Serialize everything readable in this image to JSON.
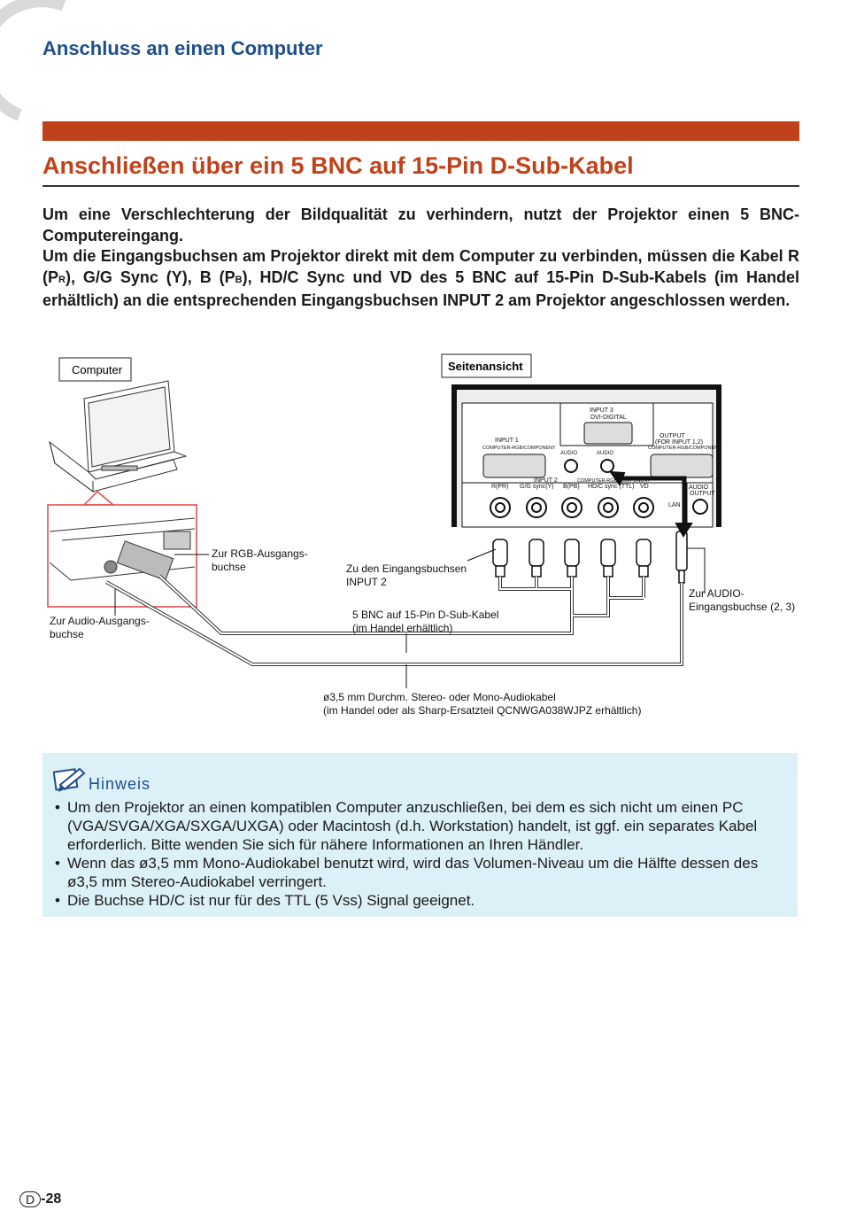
{
  "header": {
    "section": "Anschluss an einen Computer"
  },
  "title": "Anschließen über ein 5 BNC auf 15-Pin D-Sub-Kabel",
  "intro": {
    "p1": "Um eine Verschlechterung der Bildqualität zu verhindern, nutzt der Projektor einen 5 BNC-Computereingang.",
    "p2_a": "Um die Eingangsbuchsen am Projektor direkt mit dem Computer zu verbinden, müssen die Kabel R (P",
    "p2_sub1": "R",
    "p2_b": "), G/G Sync (Y), B (P",
    "p2_sub2": "B",
    "p2_c": "), HD/C Sync und VD des 5 BNC auf 15-Pin D-Sub-Kabels (im Handel erhältlich) an die entsprechenden Eingangsbuchsen INPUT 2 am Projektor angeschlossen werden."
  },
  "diagram": {
    "computer_label": "Computer",
    "side_view_label": "Seitenansicht",
    "panel": {
      "input3": "INPUT 3",
      "dvi": "DVI-DIGITAL",
      "input1": "INPUT 1",
      "input1_sub": "COMPUTER-RGB/COMPONENT",
      "audio1": "AUDIO",
      "audio2": "AUDIO",
      "output": "OUTPUT",
      "output_sub": "(FOR INPUT 1,2)",
      "output_sub2": "COMPUTER-RGB/COMPONENT",
      "input2": "INPUT 2",
      "input2_sub": "COMPUTER-RGB/COMPONENT",
      "bnc_labels": [
        "R(PR)",
        "G/G sync(Y)",
        "B(PB)",
        "HD/C sync (TTL)",
        "VD"
      ],
      "audio_output": "AUDIO",
      "audio_output_sub": "OUTPUT",
      "lan": "LAN"
    },
    "labels": {
      "rgb_out_1": "Zur RGB-Ausgangs-",
      "rgb_out_2": "buchse",
      "input2_1": "Zu den Eingangsbuchsen",
      "input2_2": "INPUT 2",
      "audio_in_1": "Zur AUDIO-",
      "audio_in_2": "Eingangsbuchse (2, 3)",
      "audio_out_1": "Zur Audio-Ausgangs-",
      "audio_out_2": "buchse",
      "bnc_cable_1": "5 BNC auf 15-Pin D-Sub-Kabel",
      "bnc_cable_2": "(im Handel erhältlich)",
      "audio_cable_1": "ø3,5 mm Durchm. Stereo- oder Mono-Audiokabel",
      "audio_cable_2": "(im Handel oder als Sharp-Ersatzteil QCNWGA038WJPZ erhältlich)"
    }
  },
  "note": {
    "title": "Hinweis",
    "items": [
      "Um den Projektor an einen kompatiblen Computer anzuschließen, bei dem es sich nicht um einen PC (VGA/SVGA/XGA/SXGA/UXGA) oder Macintosh (d.h. Workstation) handelt, ist ggf. ein separates Kabel erforderlich. Bitte wenden Sie sich für nähere Informationen an Ihren Händler.",
      "Wenn das ø3,5 mm Mono-Audiokabel benutzt wird, wird das Volumen-Niveau um die Hälfte dessen des ø3,5 mm Stereo-Audiokabel verringert.",
      "Die Buchse HD/C ist nur für des TTL (5 Vss) Signal geeignet."
    ]
  },
  "footer": {
    "page_letter": "D",
    "page_number": "-28"
  },
  "colors": {
    "accent": "#c0421a",
    "header_blue": "#1f4e8c",
    "note_bg": "#dcf0f8",
    "highlight": "#e0454a"
  }
}
